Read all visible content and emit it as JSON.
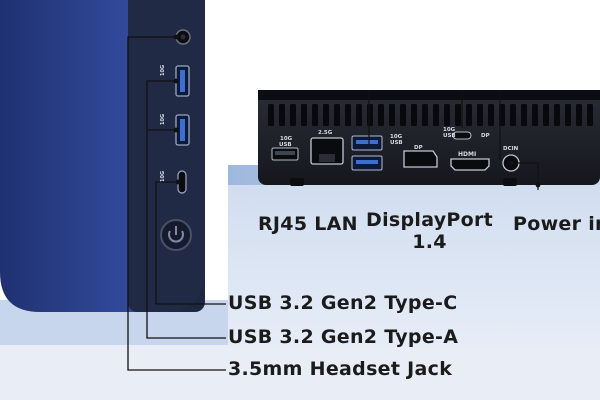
{
  "callouts": {
    "usb_c": "USB 3.2 Gen2 Type-C",
    "usb_a": "USB 3.2 Gen2 Type-A",
    "audio": "3.5mm Headset Jack"
  },
  "rear_labels": {
    "rj45": "RJ45 LAN",
    "dp_line1": "DisplayPort",
    "dp_line2": "1.4",
    "power": "Power inp"
  },
  "port_marks": {
    "usb_speed": "10G",
    "usb": "USB",
    "lan_speed": "2.5G",
    "dp": "DP",
    "hdmi": "HDMI",
    "dcin": "DCIN"
  },
  "colors": {
    "chassis_blue": "#2e4592",
    "chassis_dark": "#1a1d26",
    "platform_light": "#dce6f4",
    "platform_mid": "#b9cde8",
    "leader_line": "#111111"
  }
}
